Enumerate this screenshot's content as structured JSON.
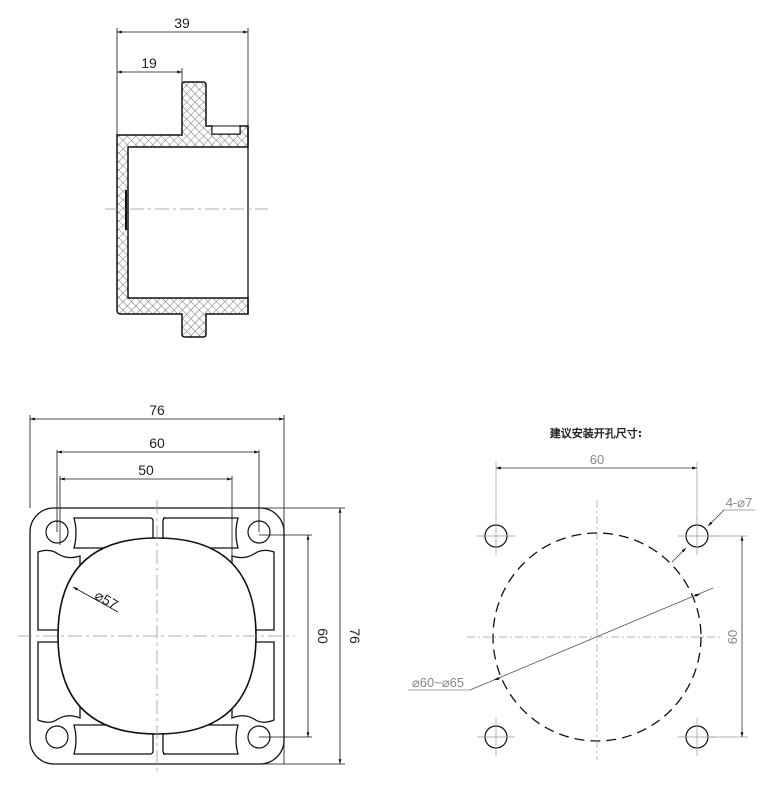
{
  "section_view": {
    "dim_overall_depth": "39",
    "dim_flange_offset": "19"
  },
  "front_view": {
    "dim_overall_width": "76",
    "dim_hole_spacing_h": "60",
    "dim_inner_width": "50",
    "dim_bore": "⌀57",
    "dim_hole_spacing_v": "60",
    "dim_overall_height": "76"
  },
  "cutout_view": {
    "title": "建议安装开孔尺寸:",
    "dim_hole_spacing_h": "60",
    "dim_hole_spacing_v": "60",
    "dim_holes": "4-⌀7",
    "dim_cutout_diameter": "⌀60~⌀65"
  },
  "colors": {
    "line": "#111111",
    "hatch": "#555555",
    "centerline": "#999999",
    "dim_gray": "#888888"
  }
}
